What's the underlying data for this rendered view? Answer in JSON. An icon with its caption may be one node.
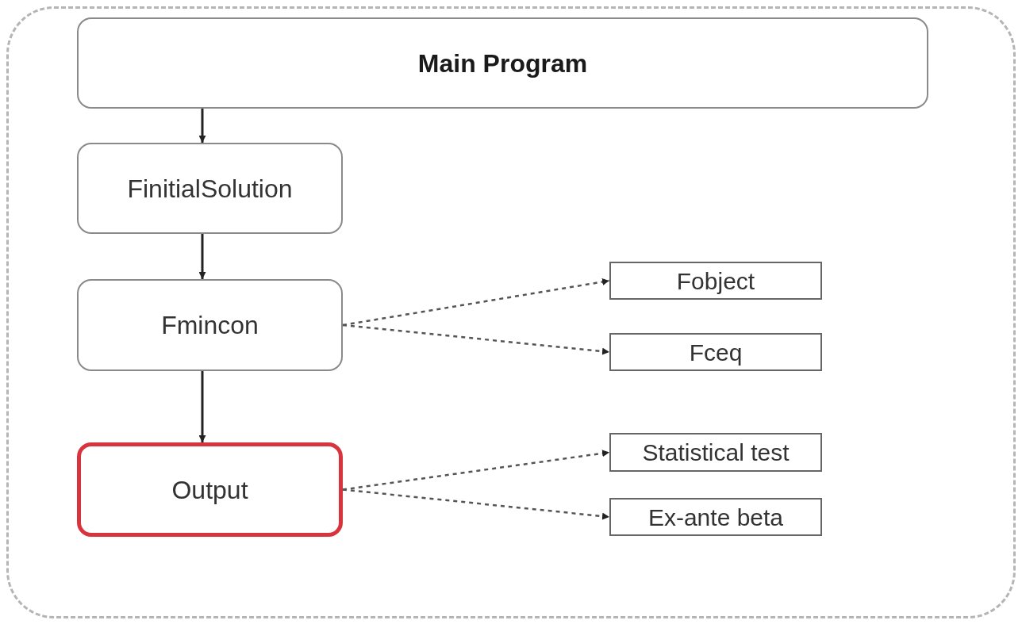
{
  "diagram": {
    "nodes": [
      {
        "text": [],
        "shape": "box"
      },
      {
        "text": [
          "Main Program"
        ],
        "in": 0
      },
      {
        "text": [
          "FinitialSolution"
        ],
        "in": 0
      },
      {
        "text": [
          "Fmincon"
        ],
        "in": 0
      },
      {
        "text": [
          "Output"
        ],
        "in": 0
      },
      {
        "text": [
          "Fobject"
        ],
        "in": 0
      },
      {
        "text": [
          "Fceq"
        ],
        "in": 0
      },
      {
        "text": [
          "Statistical test"
        ],
        "in": 0
      },
      {
        "text": [
          "Ex-ante beta"
        ],
        "in": 0
      }
    ],
    "edges": [
      {
        "from": 1,
        "to": 2,
        "arrow": "to"
      },
      {
        "from": 2,
        "to": 3,
        "arrow": "to"
      },
      {
        "from": 3,
        "to": 4,
        "arrow": "to"
      },
      {
        "from": 3,
        "to": 5,
        "arrow": "to",
        "style": "dashed"
      },
      {
        "from": 3,
        "to": 6,
        "arrow": "to",
        "style": "dashed"
      },
      {
        "from": 4,
        "to": 7,
        "arrow": "to",
        "style": "dashed"
      },
      {
        "from": 4,
        "to": 8,
        "arrow": "to",
        "style": "dashed"
      }
    ]
  }
}
